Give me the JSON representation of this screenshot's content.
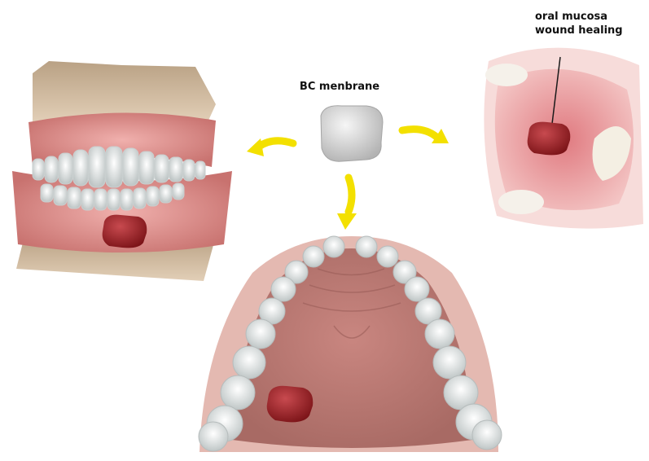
{
  "labels": {
    "membrane": "BC menbrane",
    "mucosa_line1": "oral mucosa",
    "mucosa_line2": "wound healing"
  },
  "colors": {
    "arrow": "#f3e000",
    "membrane_gray": "#d9d9d9",
    "membrane_red": "#a0242b",
    "gum_pink": "#e79a97",
    "tooth_white": "#fbfbf7",
    "skin": "#cdb59b",
    "mucosa": "#d56a72"
  },
  "icons": [
    "front-teeth-model",
    "palate-model",
    "mouth-photo",
    "membrane-sample",
    "arrow-left",
    "arrow-right",
    "arrow-down"
  ]
}
